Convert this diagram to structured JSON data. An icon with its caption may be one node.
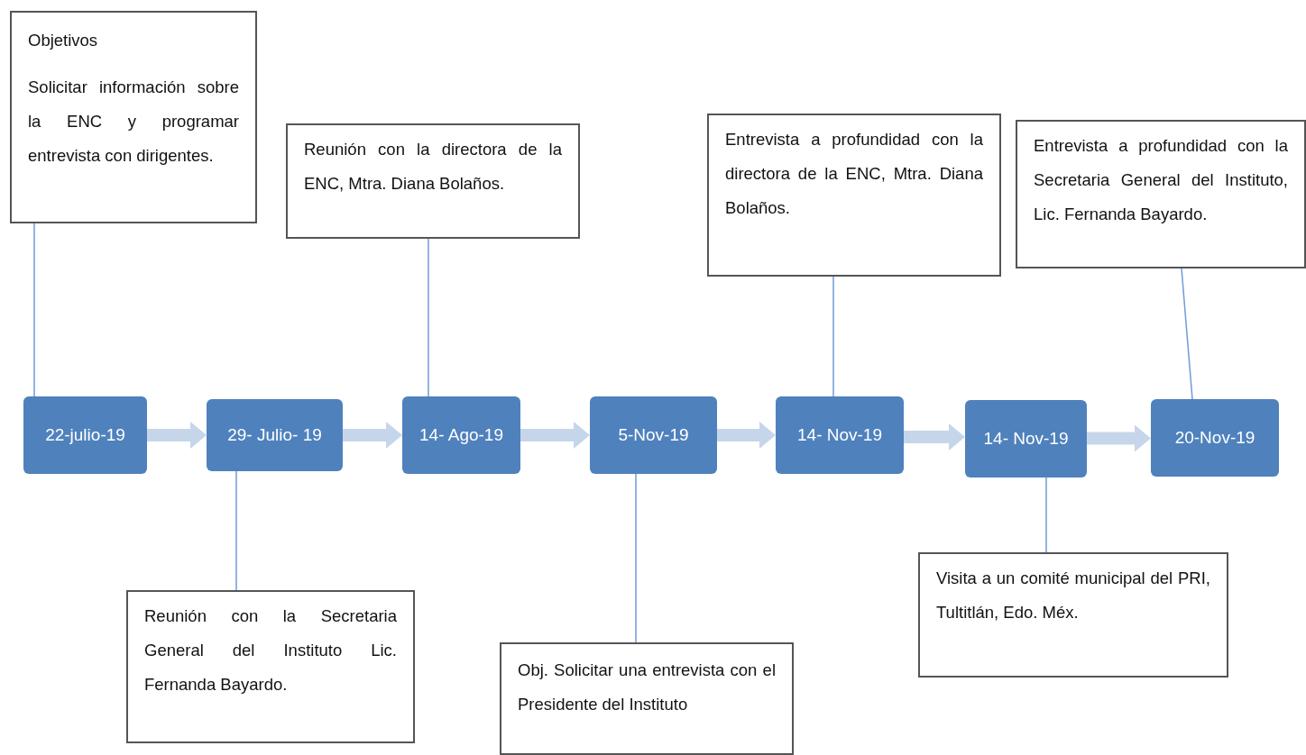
{
  "diagram": {
    "nodes": [
      {
        "text": [
          "22-julio-19"
        ]
      },
      {
        "text": [
          "29- Julio- 19"
        ]
      },
      {
        "text": [
          "14- Ago-19"
        ]
      },
      {
        "text": [
          "5-Nov-19"
        ]
      },
      {
        "text": [
          "14- Nov-19"
        ]
      },
      {
        "text": [
          "14- Nov-19"
        ]
      },
      {
        "text": [
          "20-Nov-19"
        ]
      },
      {
        "text": [
          "Objetivos",
          "Solicitar información sobre la ENC y programar entrevista con dirigentes."
        ]
      },
      {
        "text": [
          "Reunión con la directora de la ENC,  Mtra. Diana Bolaños."
        ]
      },
      {
        "text": [
          "Entrevista a profundidad con la directora de la ENC, Mtra. Diana Bolaños."
        ]
      },
      {
        "text": [
          "Entrevista a profundidad con la Secretaria General del Instituto, Lic. Fernanda Bayardo."
        ]
      },
      {
        "text": [
          "Reunión con la Secretaria General del Instituto Lic. Fernanda Bayardo."
        ]
      },
      {
        "text": [
          "Obj. Solicitar una entrevista con el Presidente del Instituto"
        ]
      },
      {
        "text": [
          "Visita a un comité municipal del PRI, Tultitlán, Edo. Méx."
        ]
      }
    ],
    "edges": [
      {
        "from": 0,
        "to": 1,
        "arrow": "to",
        "style": "thick"
      },
      {
        "from": 1,
        "to": 2,
        "arrow": "to",
        "style": "thick"
      },
      {
        "from": 2,
        "to": 3,
        "arrow": "to",
        "style": "thick"
      },
      {
        "from": 3,
        "to": 4,
        "arrow": "to",
        "style": "thick"
      },
      {
        "from": 4,
        "to": 5,
        "arrow": "to",
        "style": "thick"
      },
      {
        "from": 5,
        "to": 6,
        "arrow": "to",
        "style": "thick"
      },
      {
        "from": 7,
        "to": 0,
        "arrow": "none"
      },
      {
        "from": 8,
        "to": 2,
        "arrow": "none"
      },
      {
        "from": 9,
        "to": 4,
        "arrow": "none"
      },
      {
        "from": 10,
        "to": 6,
        "arrow": "none"
      },
      {
        "from": 11,
        "to": 1,
        "arrow": "none"
      },
      {
        "from": 12,
        "to": 3,
        "arrow": "none"
      },
      {
        "from": 13,
        "to": 5,
        "arrow": "none"
      }
    ]
  }
}
